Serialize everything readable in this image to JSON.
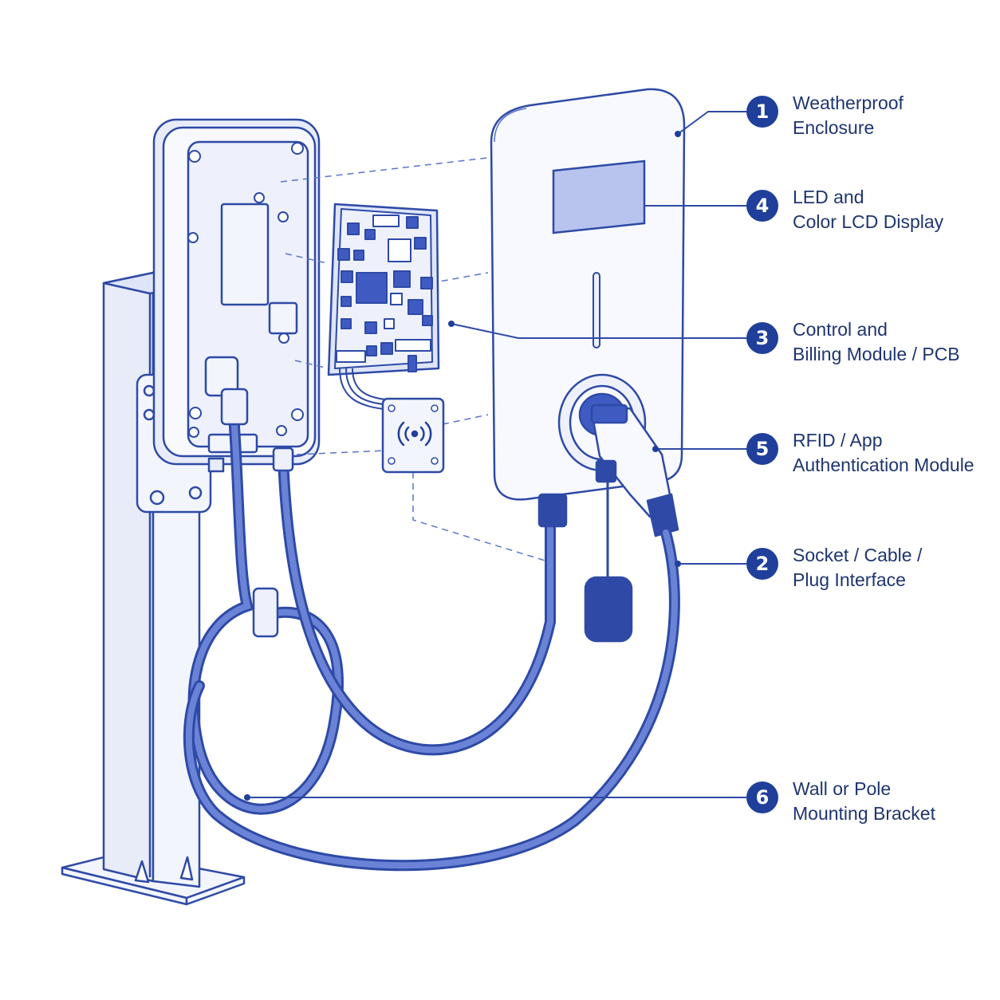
{
  "colors": {
    "line": "#2e4aa6",
    "line_light": "#5a74c8",
    "badge": "#1f3f9a",
    "fill_light": "#f3f5fc",
    "fill_blue": "#b8c4ee",
    "cable": "#4a63c6",
    "label_text": "#1f3570"
  },
  "callouts": [
    {
      "number": "1",
      "line1": "Weatherproof",
      "line2": "Enclosure"
    },
    {
      "number": "4",
      "line1": "LED and",
      "line2": "Color LCD Display"
    },
    {
      "number": "3",
      "line1": "Control and",
      "line2": "Billing Module / PCB"
    },
    {
      "number": "5",
      "line1": "RFID / App",
      "line2": "Authentication Module"
    },
    {
      "number": "2",
      "line1": "Socket / Cable /",
      "line2": "Plug Interface"
    },
    {
      "number": "6",
      "line1": "Wall or Pole",
      "line2": "Mounting Bracket"
    }
  ],
  "icons": {
    "rfid": "contactless-icon"
  }
}
